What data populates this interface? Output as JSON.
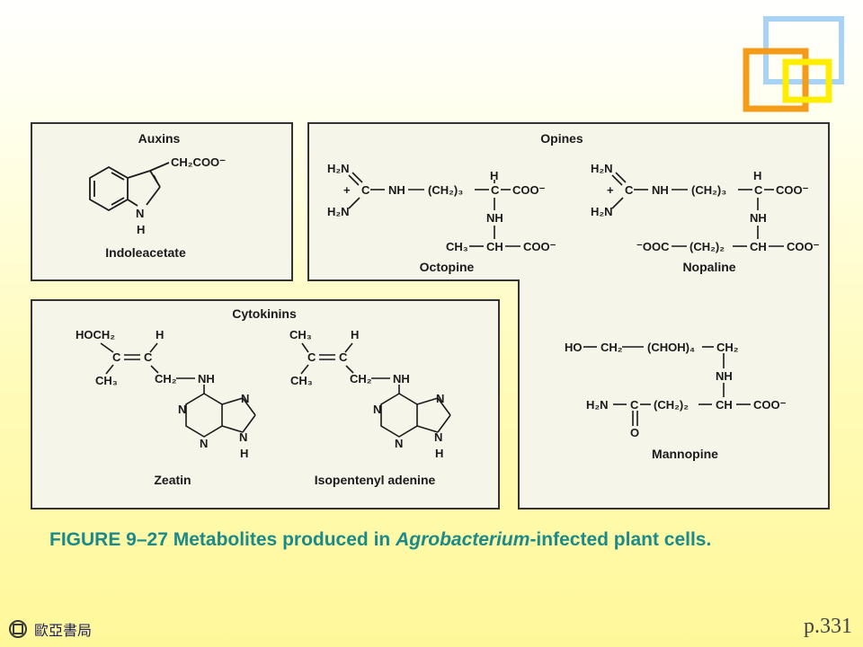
{
  "caption": {
    "prefix": "FIGURE 9–27 Metabolites produced in ",
    "italic": "Agrobacterium",
    "suffix": "-infected plant cells."
  },
  "footer": {
    "publisher": "歐亞書局",
    "page": "p.331"
  },
  "panels": {
    "auxins": {
      "title": "Auxins",
      "sidechain": "CH₂COO⁻",
      "n": "N",
      "h": "H",
      "name": "Indoleacetate"
    },
    "opines": {
      "title": "Opines",
      "octopine": {
        "h2n_top": "H₂N",
        "h2n_bottom": "H₂N",
        "plus": "+",
        "c": "C",
        "nh": "NH",
        "ch2_3": "(CH₂)₃",
        "h": "H",
        "coo": "COO⁻",
        "ch3": "CH₃",
        "ch": "CH",
        "coo_lower": "COO⁻",
        "name": "Octopine"
      },
      "nopaline": {
        "h2n_top": "H₂N",
        "h2n_bottom": "H₂N",
        "plus": "+",
        "c": "C",
        "nh": "NH",
        "ch2_3": "(CH₂)₃",
        "h": "H",
        "coo": "COO⁻",
        "ooc": "⁻OOC",
        "ch2_2": "(CH₂)₂",
        "ch": "CH",
        "coo_lower": "COO⁻",
        "name": "Nopaline"
      },
      "mannopine": {
        "ho": "HO",
        "ch2_a": "CH₂",
        "chohh4": "(CHOH)₄",
        "ch2_b": "CH₂",
        "nh": "NH",
        "h2n": "H₂N",
        "c": "C",
        "ch2_2": "(CH₂)₂",
        "ch": "CH",
        "coo": "COO⁻",
        "o": "O",
        "name": "Mannopine"
      }
    },
    "cytokinins": {
      "title": "Cytokinins",
      "zeatin": {
        "hoch2": "HOCH₂",
        "ch3": "CH₃",
        "h": "H",
        "c1": "C",
        "c2": "C",
        "ch2nh": "CH₂",
        "nh": "NH",
        "n1": "N",
        "n3": "N",
        "n7": "N",
        "n9": "N",
        "nh9": "H",
        "name": "Zeatin"
      },
      "isopentenyl": {
        "ch3_top": "CH₃",
        "ch3": "CH₃",
        "h": "H",
        "c1": "C",
        "c2": "C",
        "ch2nh": "CH₂",
        "nh": "NH",
        "n1": "N",
        "n3": "N",
        "n7": "N",
        "n9": "N",
        "nh9": "H",
        "name": "Isopentenyl adenine"
      }
    }
  },
  "colors": {
    "blue_square": "#a9d3f5",
    "orange_square": "#f59b1a",
    "yellow_square": "#ffee00",
    "caption": "#1a8a8a",
    "panel_bg": "#f6f5e9"
  }
}
